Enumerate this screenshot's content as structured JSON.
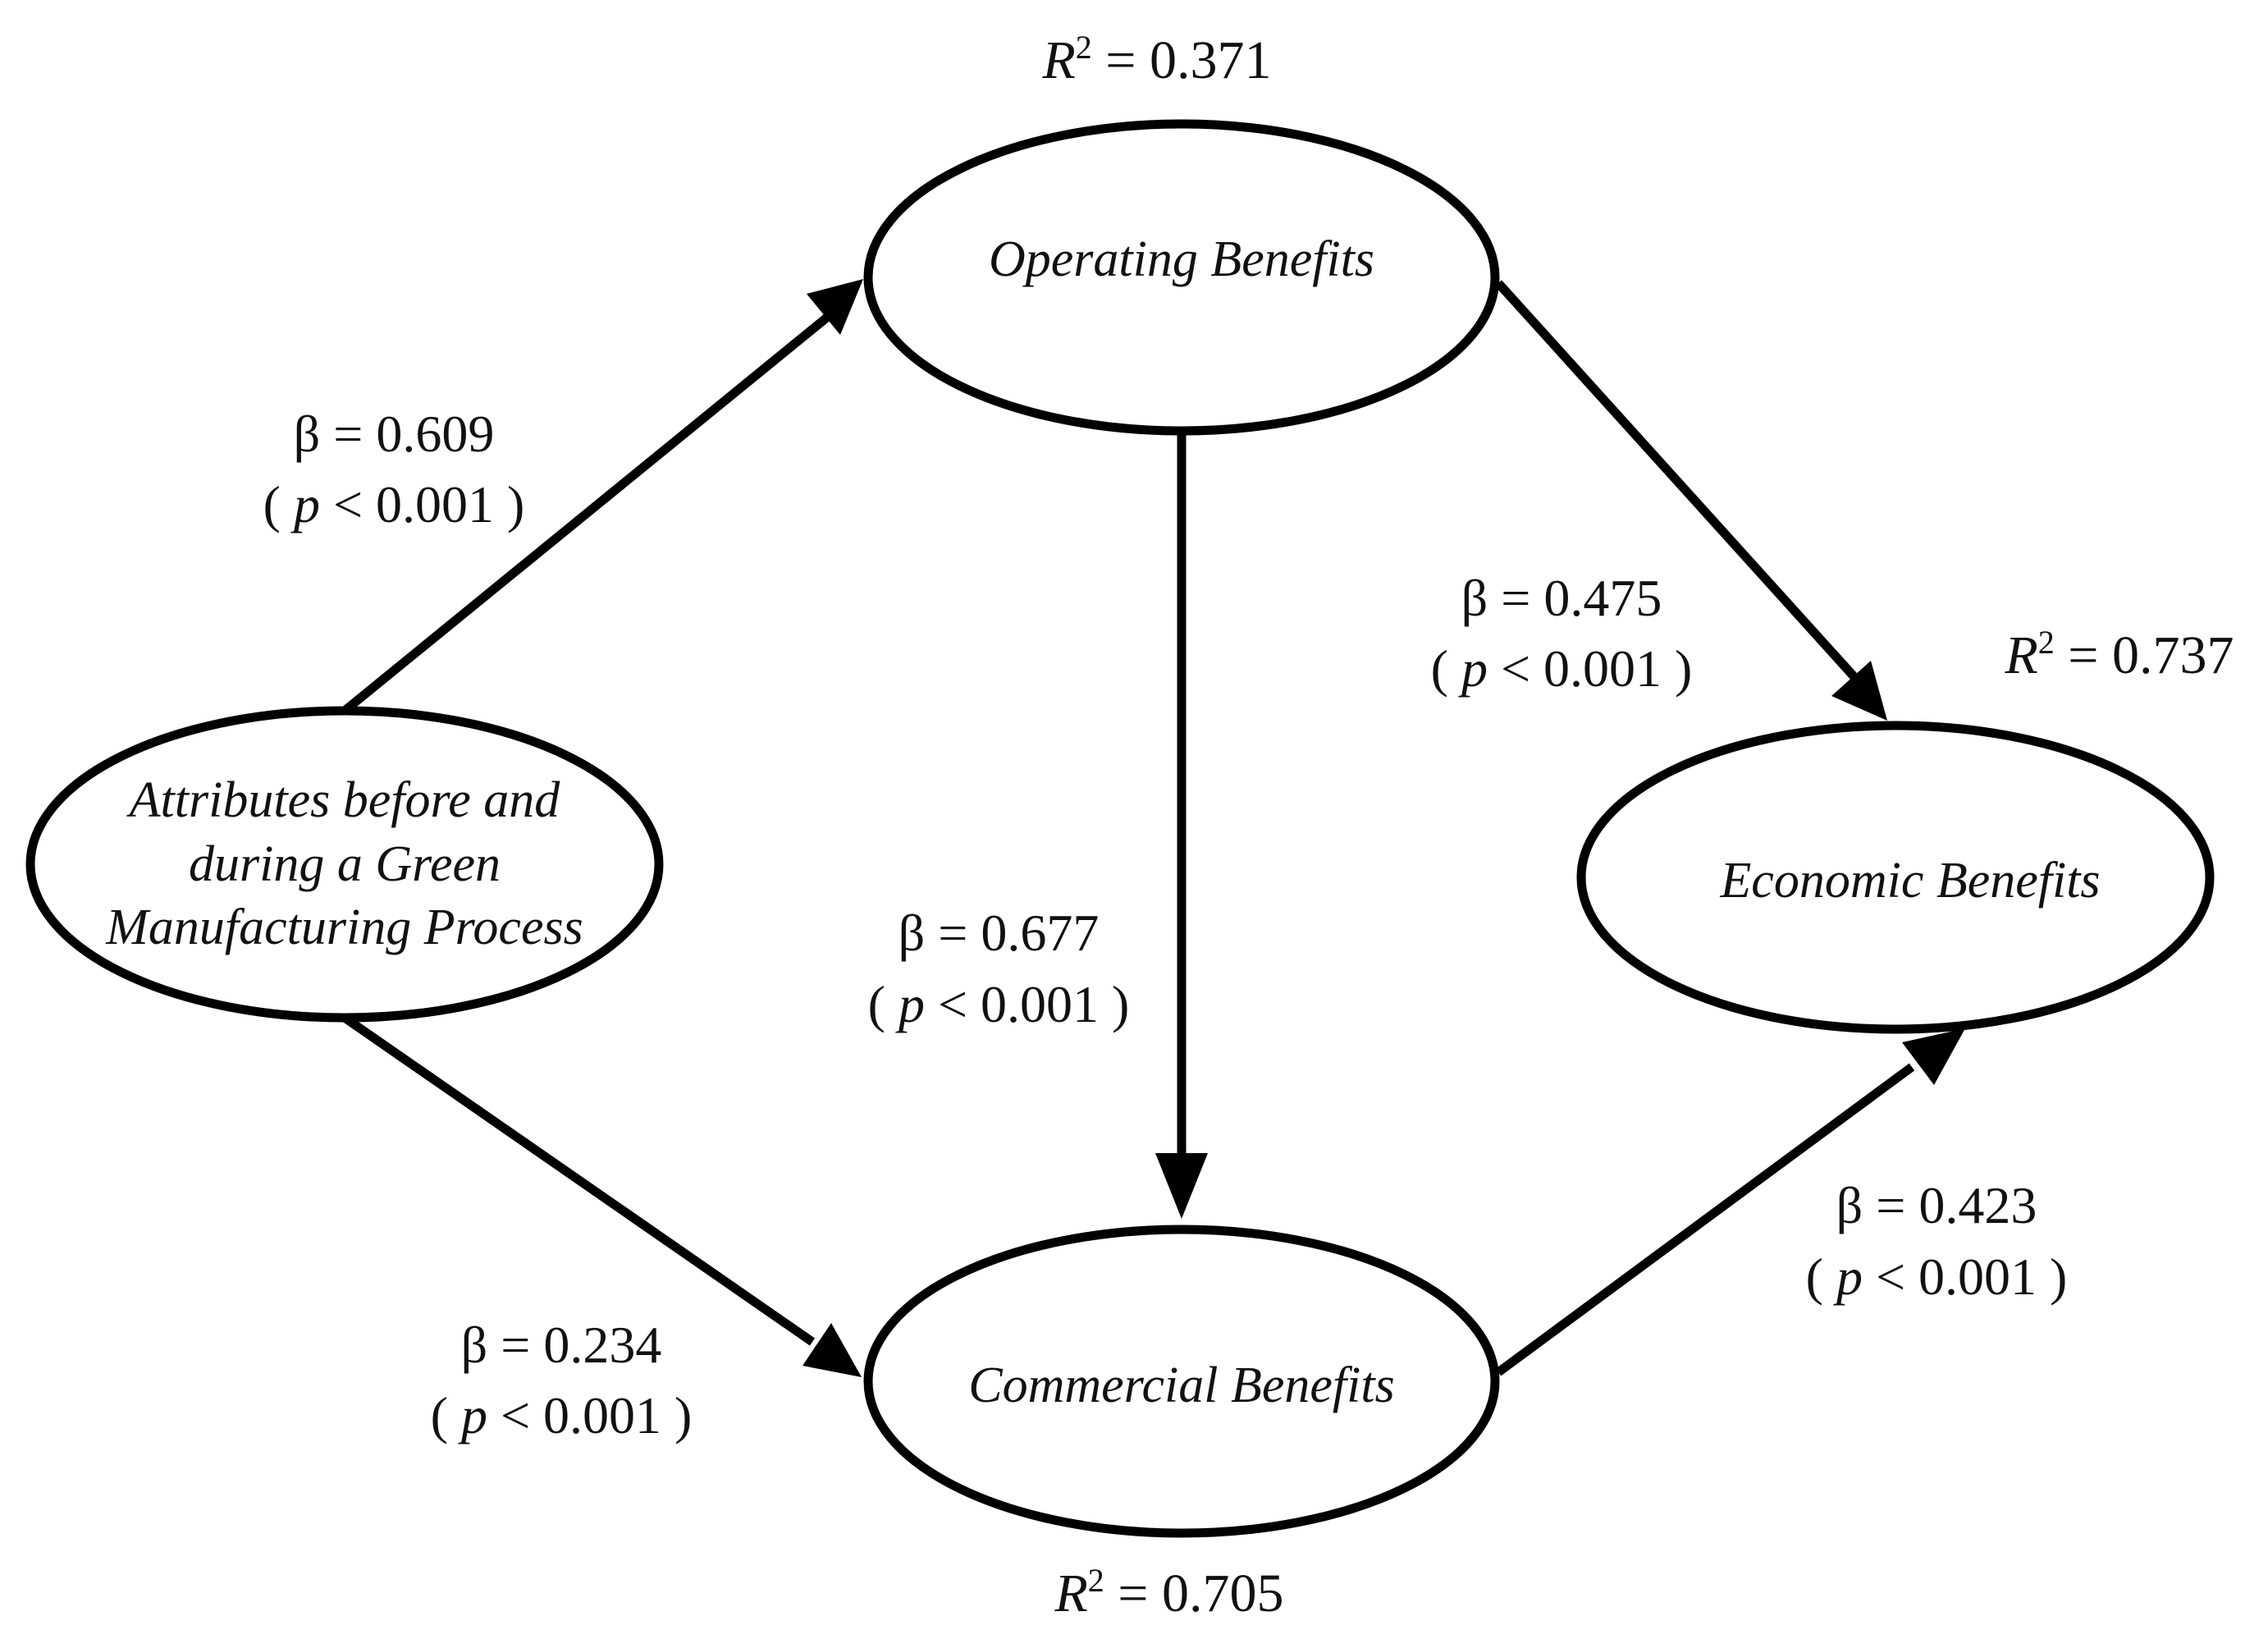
{
  "nodes": {
    "attributes": {
      "lines": [
        "Attributes before and",
        "during a Green",
        "Manufacturing Process"
      ]
    },
    "operating": {
      "label": "Operating Benefits"
    },
    "commercial": {
      "label": "Commercial Benefits"
    },
    "economic": {
      "label": "Economic Benefits"
    }
  },
  "paths": {
    "attr_to_operating": {
      "beta": "β = 0.609",
      "p_open": "( ",
      "p_var": "p",
      "p_rest": " < 0.001 )"
    },
    "operating_to_commercial": {
      "beta": "β = 0.677",
      "p_open": "( ",
      "p_var": "p",
      "p_rest": " < 0.001 )"
    },
    "operating_to_economic": {
      "beta": "β = 0.475",
      "p_open": "( ",
      "p_var": "p",
      "p_rest": " < 0.001 )"
    },
    "attr_to_commercial": {
      "beta": "β = 0.234",
      "p_open": "( ",
      "p_var": "p",
      "p_rest": " < 0.001 )"
    },
    "commercial_to_economic": {
      "beta": "β = 0.423",
      "p_open": "( ",
      "p_var": "p",
      "p_rest": " < 0.001 )"
    }
  },
  "r_squared": {
    "operating": {
      "var": "R",
      "sup": "2",
      "value": " = 0.371"
    },
    "economic": {
      "var": "R",
      "sup": "2",
      "value": " = 0.737"
    },
    "commercial": {
      "var": "R",
      "sup": "2",
      "value": " = 0.705"
    }
  }
}
